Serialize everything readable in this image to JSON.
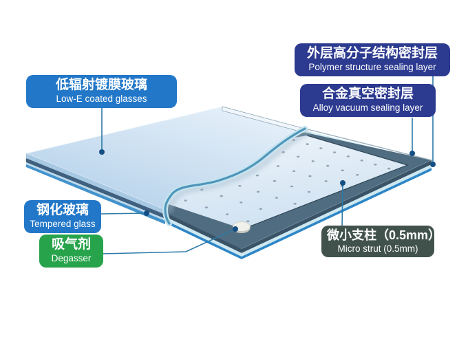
{
  "background": "#ffffff",
  "labels": {
    "low_e": {
      "zh": "低辐射镀膜玻璃",
      "en": "Low-E coated glasses",
      "bg": "#2277c8"
    },
    "polymer": {
      "zh": "外层高分子结构密封层",
      "en": "Polymer structure sealing layer",
      "bg": "#2c3a90"
    },
    "alloy": {
      "zh": "合金真空密封层",
      "en": "Alloy vacuum sealing layer",
      "bg": "#2c3a90"
    },
    "tempered": {
      "zh": "钢化玻璃",
      "en": "Tempered glass",
      "bg": "#2277c8"
    },
    "degasser": {
      "zh": "吸气剂",
      "en": "Degasser",
      "bg": "#26a34b"
    },
    "micro_strut": {
      "zh": "微小支柱（0.5mm）",
      "en": "Micro strut (0.5mm)",
      "bg": "#41524c"
    }
  },
  "diagram": {
    "colors": {
      "pane_top_light": "#e9f2fa",
      "pane_top_deep": "#b1cfe9",
      "pane_edge_light": "#a8c9e3",
      "pane_edge_mid": "#bcd9eb",
      "spacer_dark": "#3f607e",
      "blue_stripe": "#4292cc",
      "frame_top": "#506c80",
      "frame_side": "#3a5366",
      "frame_inner_line": "#2e4656",
      "frame_highlight": "#86a0b0",
      "bottom_cyan": "#cde8f1",
      "bottom_blue": "#2e86c6",
      "inner_light": "#f1f6fb",
      "inner_deep": "#cbdff0",
      "wave_teal": "#4e96ba",
      "wave_light": "#c5e3ef",
      "strut": "#8b9aa8",
      "leader_line": "#2d7aa8",
      "leader_dot": "#134f84",
      "degasser_top": "#f0f1ea",
      "degasser_side": "#c6c9bf"
    },
    "struts": {
      "rows": 7,
      "cols": 8
    }
  }
}
